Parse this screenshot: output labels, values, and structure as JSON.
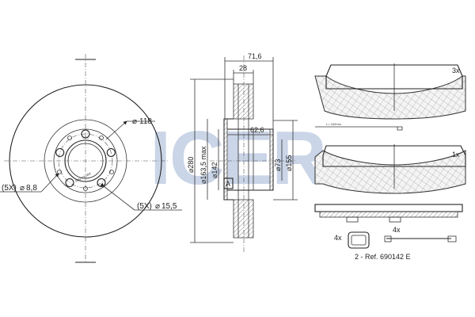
{
  "watermark": {
    "text": "ICER",
    "color": "#9fb4d4"
  },
  "disc_front": {
    "pcd": "118",
    "holes_count": "(5X)",
    "hole_diameter": "8,8",
    "bolt_count": "(5X)",
    "bolt_diameter": "15,5"
  },
  "disc_section": {
    "width_total": "71,6",
    "thickness": "28",
    "hub_height": "62,6",
    "outer_diameter": "280",
    "max_diameter": "163,5 max",
    "center_diameter": "142",
    "hub_diameter": "73",
    "inner_diameter": "155",
    "section_marker": "A"
  },
  "pads": {
    "top_qty": "3x",
    "bottom_qty": "1x",
    "wire_length": "L= 160mm",
    "clip_qty": "4x",
    "sensor_qty": "4x",
    "reference": "2 - Ref. 690142 E"
  },
  "diameter_symbol": "⌀"
}
